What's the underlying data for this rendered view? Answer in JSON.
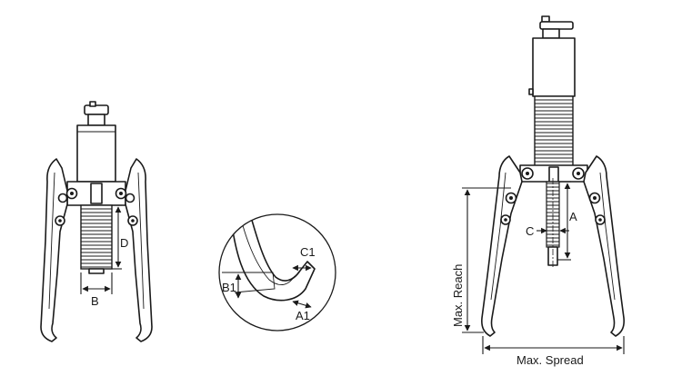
{
  "labels": {
    "b": "B",
    "d": "D",
    "b1": "B1",
    "c1": "C1",
    "a1": "A1",
    "a": "A",
    "c": "C",
    "max_reach": "Max. Reach",
    "max_spread": "Max. Spread"
  },
  "colors": {
    "ink": "#1a1a1a",
    "background": "#ffffff"
  }
}
